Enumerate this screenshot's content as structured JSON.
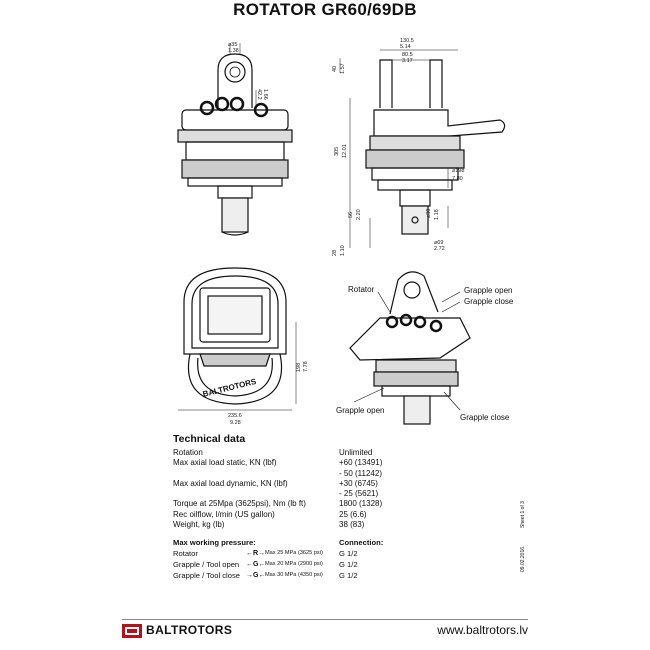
{
  "title": "ROTATOR  GR60/69DB",
  "dimensions": {
    "pin_dia": "⌀35",
    "pin_dia_in": "1.38",
    "dim_42_2": "42.2",
    "dim_42_2_in": "1.66",
    "dim_130_5": "130.5",
    "dim_130_5_in": "5.14",
    "dim_80_5": "80.5",
    "dim_80_5_in": "3.17",
    "dim_40": "40",
    "dim_40_in": "1.57",
    "dim_305": "305",
    "dim_305_in": "12.01",
    "dim_198": "⌀198",
    "dim_198_in": "7.80",
    "dim_30": "⌀30",
    "dim_30_in": "1.18",
    "dim_56": "56",
    "dim_56_in": "2.20",
    "dim_28": "28",
    "dim_28_in": "1.10",
    "dim_69": "⌀69",
    "dim_69_in": "2.72",
    "dim_198b": "198",
    "dim_198b_in": "7.78",
    "dim_235": "235.6",
    "dim_235_in": "9.28"
  },
  "labels": {
    "rotator": "Rotator",
    "grapple_open_top": "Grapple open",
    "grapple_close_top": "Grapple close",
    "grapple_open_bottom": "Grapple open",
    "grapple_close_bottom": "Grapple close",
    "nameplate": "BALTROTORS"
  },
  "tech": {
    "heading": "Technical data",
    "rows": [
      {
        "k": "Rotation",
        "v": "Unlimited"
      },
      {
        "k": "Max axial load static, KN (lbf)",
        "v": "+60 (13491)"
      },
      {
        "k": "",
        "v": "- 50 (11242)"
      },
      {
        "k": "Max axial load dynamic, KN (lbf)",
        "v": "+30 (6745)"
      },
      {
        "k": "",
        "v": "- 25 (5621)"
      },
      {
        "k": "Torque at 25Mpa (3625psi), Nm (lb ft)",
        "v": "1800 (1328)"
      },
      {
        "k": "Rec oilflow, l/min (US gallon)",
        "v": "25 (6.6)"
      },
      {
        "k": "Weight, kg (lb)",
        "v": "38 (83)"
      }
    ]
  },
  "pressure": {
    "heading": "Max working pressure:",
    "connection_heading": "Connection:",
    "rows": [
      {
        "name": "Rotator",
        "arrow": "←R→",
        "max": "Max 25 MPa (3625 psi)",
        "conn": "G 1/2"
      },
      {
        "name": "Grapple / Tool open",
        "arrow": "←G←",
        "max": "Max 20 MPa (2900 psi)",
        "conn": "G 1/2"
      },
      {
        "name": "Grapple / Tool close",
        "arrow": "→G←",
        "max": "Max 30 MPa (4350 psi)",
        "conn": "G 1/2"
      }
    ]
  },
  "side_notes": {
    "sheet": "Sheet 1 of 3",
    "date": "09.02.2016."
  },
  "footer": {
    "brand": "BALTROTORS",
    "website": "www.baltrotors.lv"
  }
}
